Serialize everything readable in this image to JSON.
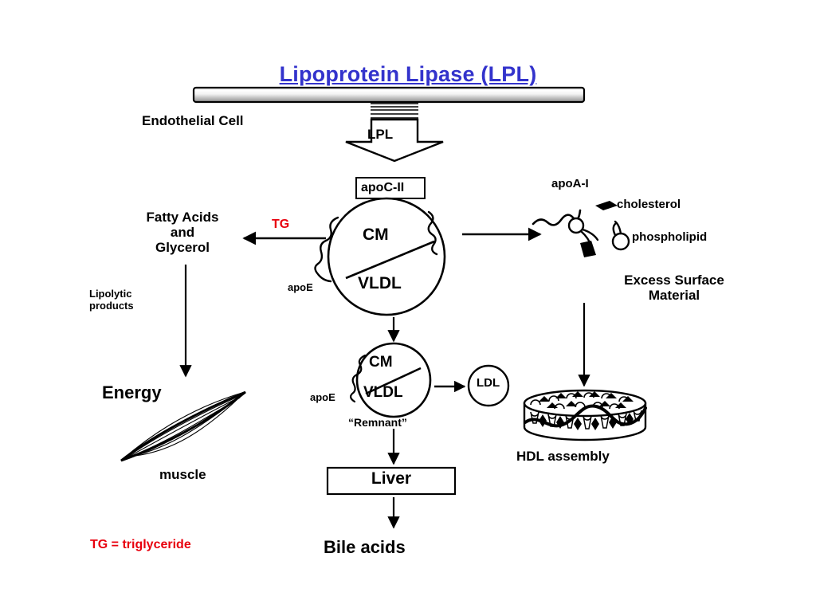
{
  "title": "Lipoprotein Lipase (LPL)",
  "colors": {
    "title": "#3333CC",
    "accent_red": "#E8000D",
    "stroke": "#000000",
    "background": "#FFFFFF",
    "membrane_light": "#FFFFFF",
    "membrane_dark": "#9A9A9A"
  },
  "membrane": {
    "label": "Endothelial Cell"
  },
  "enzyme": {
    "arrow_label": "LPL"
  },
  "particle_main": {
    "apo_box": "apoC-II",
    "top_label": "CM",
    "bottom_label": "VLDL",
    "apoe_label": "apoE"
  },
  "left_branch": {
    "arrow_label": "TG",
    "product": "Fatty Acids\nand\nGlycerol",
    "note": "Lipolytic\nproducts",
    "outcome": "Energy",
    "tissue": "muscle"
  },
  "particle_remnant": {
    "top_label": "CM",
    "bottom_label": "VLDL",
    "apoe_label": "apoE",
    "caption": "“Remnant”",
    "product": "LDL"
  },
  "liver_branch": {
    "organ": "Liver",
    "product": "Bile acids"
  },
  "right_branch": {
    "apoa1_label": "apoA-I",
    "cholesterol_label": "cholesterol",
    "phospholipid_label": "phospholipid",
    "caption": "Excess Surface\nMaterial",
    "outcome": "HDL assembly"
  },
  "legend": {
    "tg_definition": "TG = triglyceride"
  }
}
